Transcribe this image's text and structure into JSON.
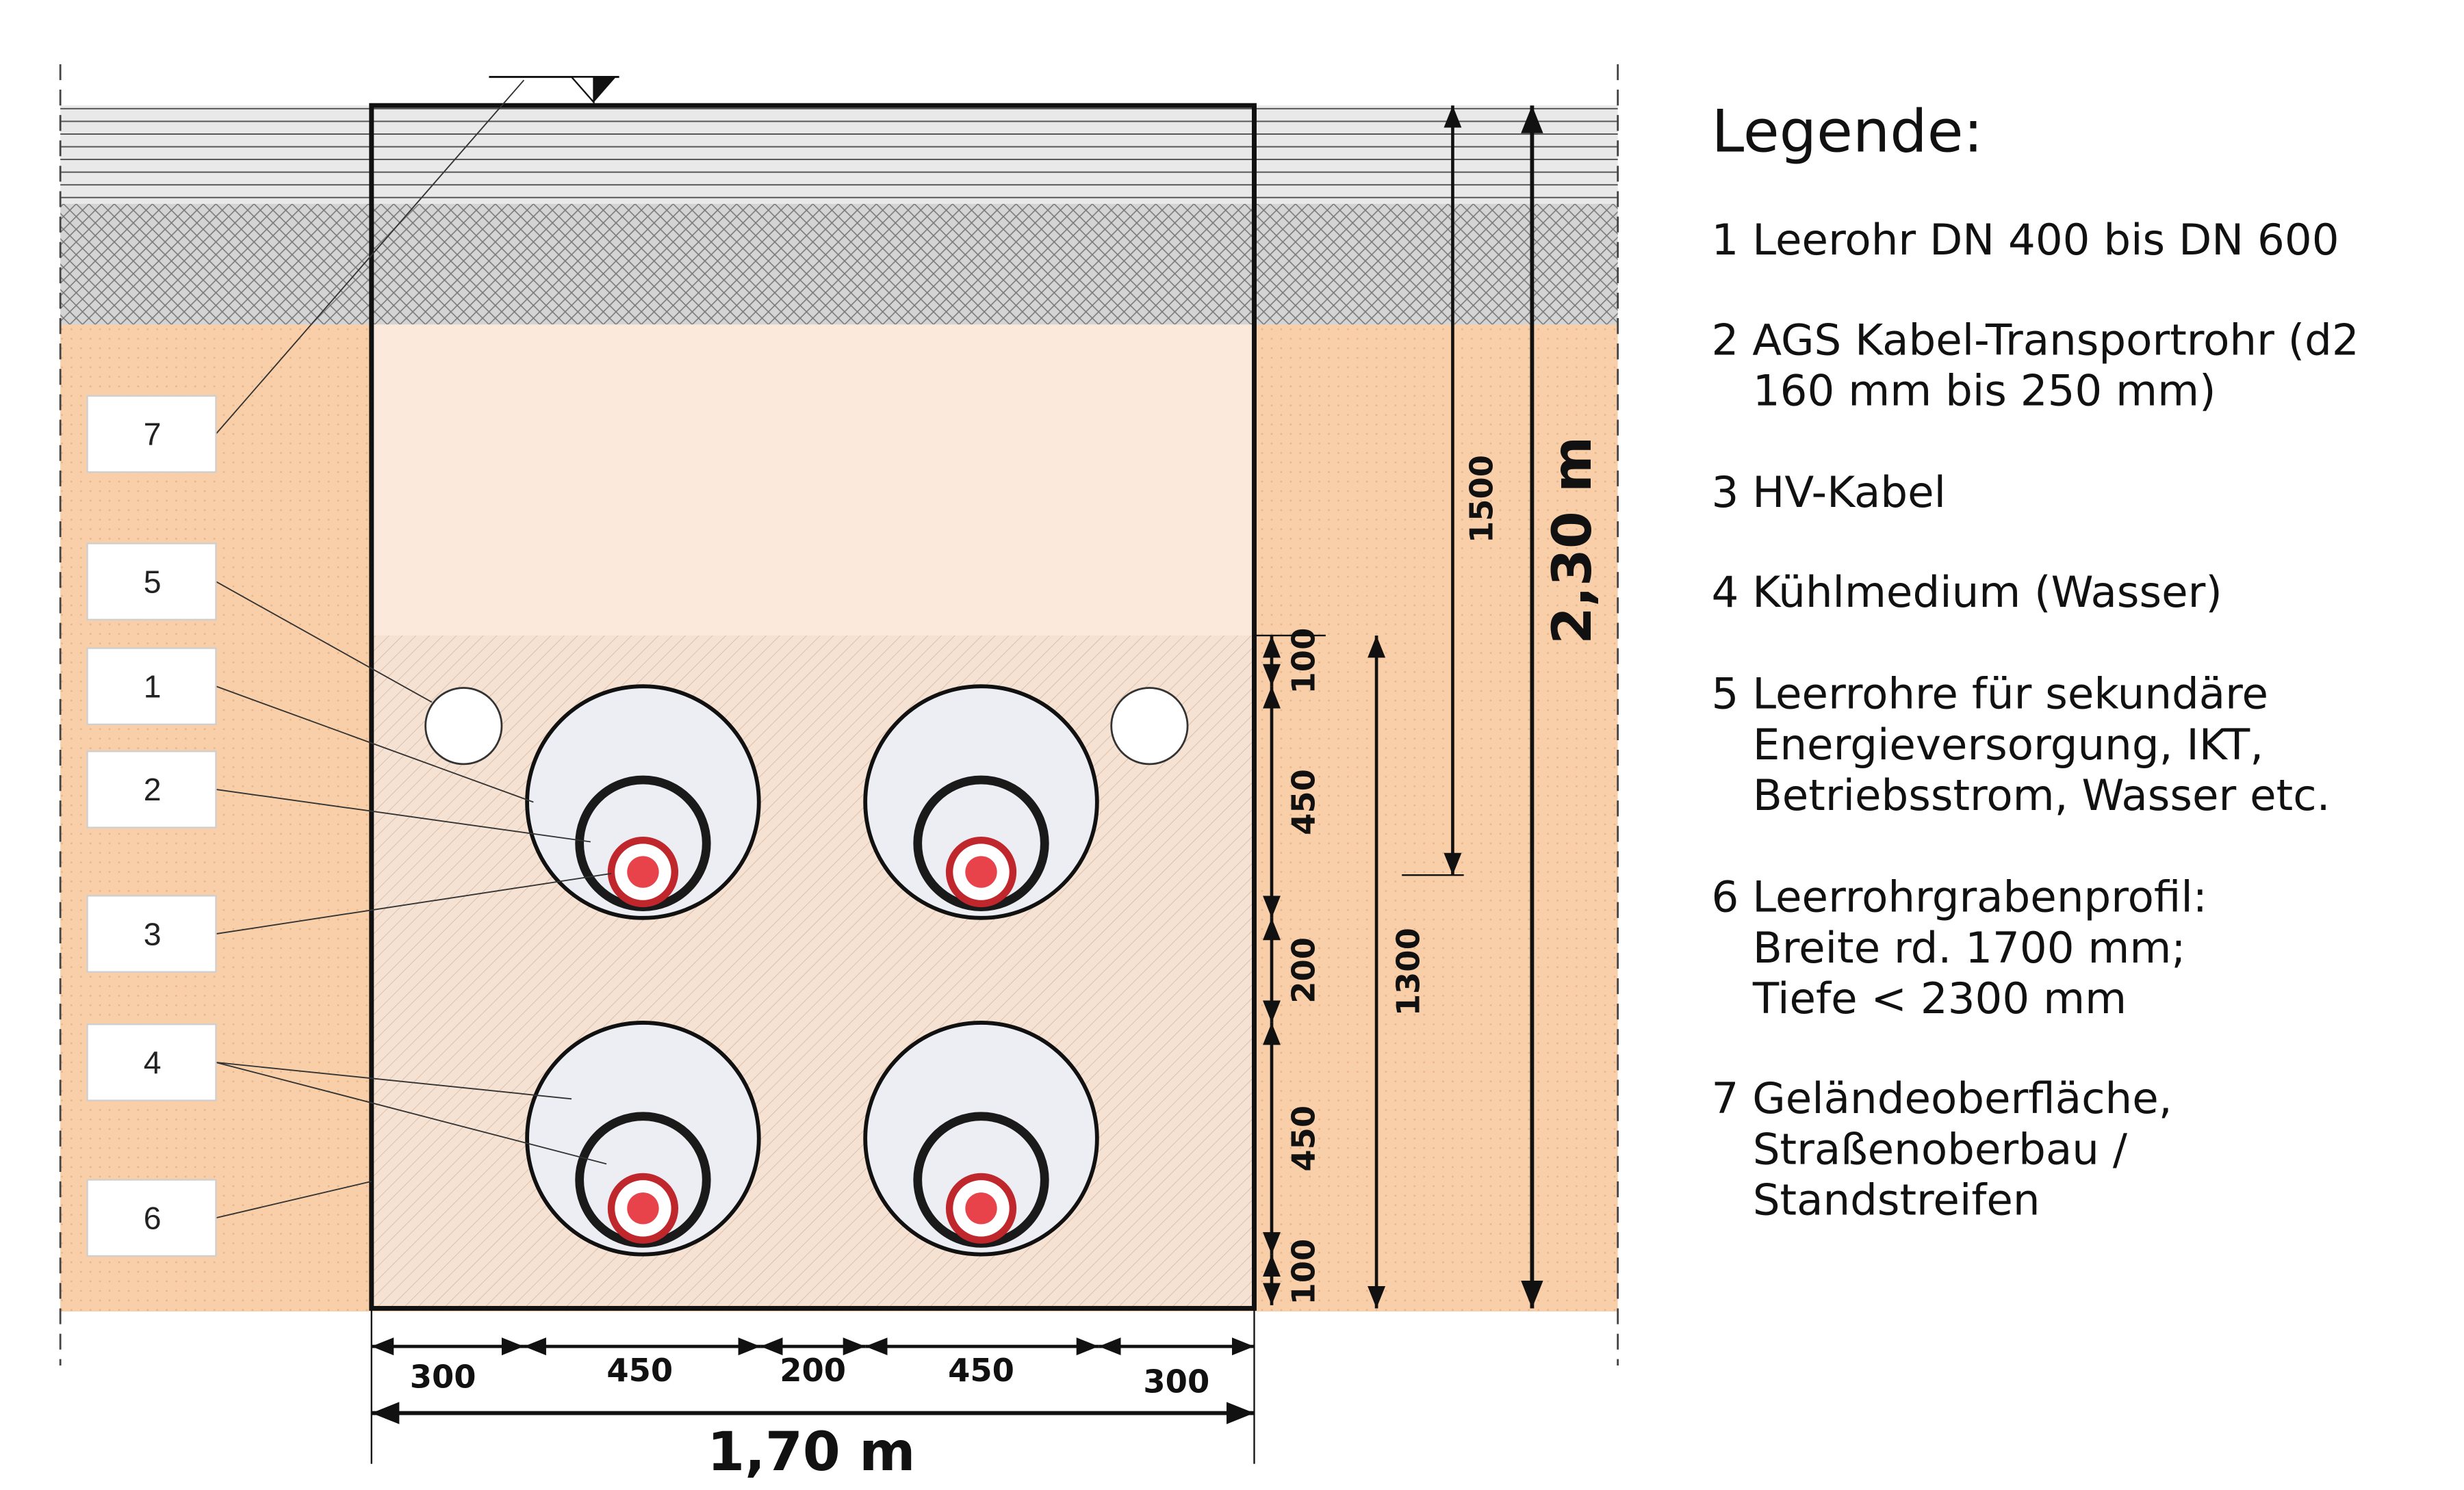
{
  "colors": {
    "soil": "#f8cfa8",
    "backfill": "#faebde",
    "road": "#e6e6e6",
    "gravel": "#c9c9c9",
    "pipe_fill": "#eceef4",
    "inner_pipe": "#1a1a1a",
    "cable": "#c0272d",
    "cable_core": "#e8434a"
  },
  "label_boxes": [
    "7",
    "5",
    "1",
    "2",
    "3",
    "4",
    "6"
  ],
  "dimensions": {
    "bottom": [
      "300",
      "450",
      "200",
      "450",
      "300"
    ],
    "total_width": "1,70 m",
    "vertical": [
      "100",
      "450",
      "200",
      "450",
      "100"
    ],
    "depth_1500": "1500",
    "depth_1300": "1300",
    "total_depth": "2,30 m"
  },
  "legend": {
    "title": "Legende:",
    "lines": [
      "1 Leerohr DN 400 bis DN 600",
      "2 AGS Kabel-Transportrohr (d2",
      "160 mm bis 250 mm)",
      "3 HV-Kabel",
      "4 Kühlmedium (Wasser)",
      "5 Leerrohre für sekundäre",
      "Energieversorgung, IKT,",
      "Betriebsstrom, Wasser etc.",
      "6 Leerrohrgrabenprofil:",
      "Breite rd. 1700 mm;",
      "Tiefe < 2300 mm",
      "7 Geländeoberfläche,",
      "Straßenoberbau /",
      "Standstreifen"
    ]
  }
}
